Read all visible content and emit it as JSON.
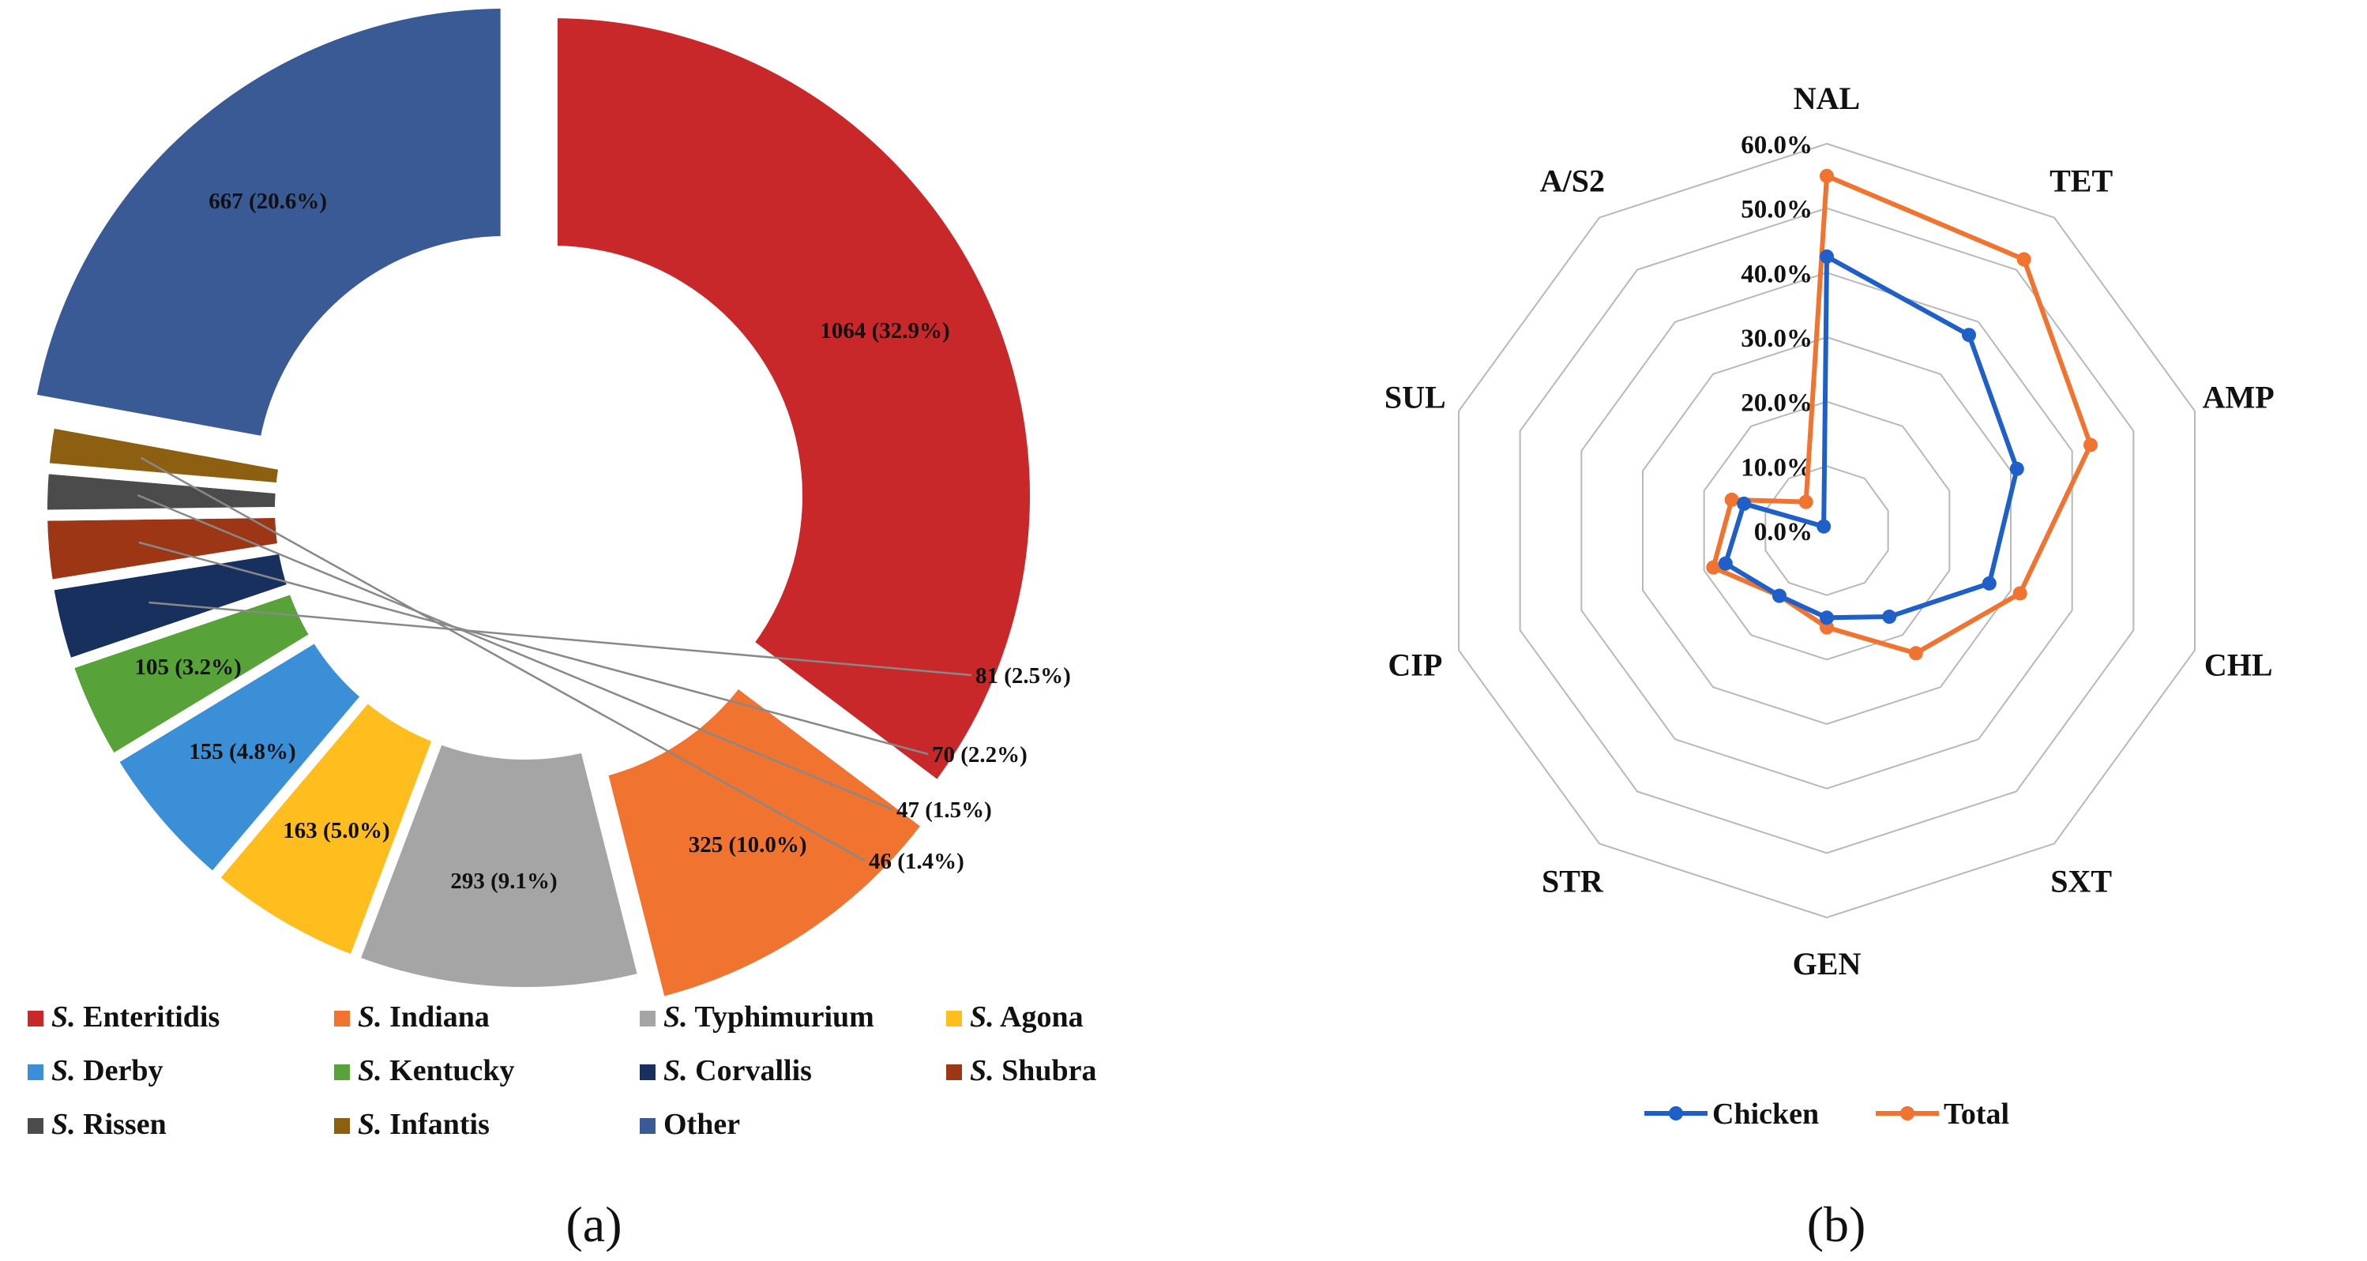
{
  "panels": {
    "a": "(a)",
    "b": "(b)"
  },
  "chart_data": [
    {
      "type": "pie",
      "variant": "donut",
      "slices": [
        {
          "name": "Enteritidis",
          "value": 1064,
          "percent": 32.9,
          "label": "1064 (32.9%)",
          "color": "#C8282A",
          "exploded": true,
          "label_position": "inside"
        },
        {
          "name": "Indiana",
          "value": 325,
          "percent": 10.0,
          "label": "325 (10.0%)",
          "color": "#F07330",
          "exploded": true,
          "label_position": "inside"
        },
        {
          "name": "Typhimurium",
          "value": 293,
          "percent": 9.1,
          "label": "293 (9.1%)",
          "color": "#A5A5A5",
          "exploded": false,
          "label_position": "inside"
        },
        {
          "name": "Agona",
          "value": 163,
          "percent": 5.0,
          "label": "163 (5.0%)",
          "color": "#FFBE1E",
          "exploded": false,
          "label_position": "inside"
        },
        {
          "name": "Derby",
          "value": 155,
          "percent": 4.8,
          "label": "155 (4.8%)",
          "color": "#3A8FD6",
          "exploded": false,
          "label_position": "inside"
        },
        {
          "name": "Kentucky",
          "value": 105,
          "percent": 3.2,
          "label": "105 (3.2%)",
          "color": "#57A33A",
          "exploded": false,
          "label_position": "inside"
        },
        {
          "name": "Corvallis",
          "value": 81,
          "percent": 2.5,
          "label": "81 (2.5%)",
          "color": "#18305E",
          "exploded": false,
          "label_position": "outside"
        },
        {
          "name": "Shubra",
          "value": 70,
          "percent": 2.2,
          "label": "70 (2.2%)",
          "color": "#9C3614",
          "exploded": false,
          "label_position": "outside"
        },
        {
          "name": "Rissen",
          "value": 47,
          "percent": 1.5,
          "label": "47 (1.5%)",
          "color": "#4B4B4B",
          "exploded": false,
          "label_position": "outside"
        },
        {
          "name": "Infantis",
          "value": 46,
          "percent": 1.4,
          "label": "46 (1.4%)",
          "color": "#8C6010",
          "exploded": false,
          "label_position": "outside"
        },
        {
          "name": "Other",
          "value": 667,
          "percent": 20.6,
          "label": "667 (20.6%)",
          "color": "#3A5A96",
          "exploded": true,
          "label_position": "inside"
        }
      ],
      "legend": {
        "placement": "bottom",
        "species_prefix": "S.",
        "items": [
          {
            "prefix": "S.",
            "name": "Enteritidis",
            "color": "#C8282A"
          },
          {
            "prefix": "S.",
            "name": "Indiana",
            "color": "#F07330"
          },
          {
            "prefix": "S.",
            "name": "Typhimurium",
            "color": "#A5A5A5"
          },
          {
            "prefix": "S.",
            "name": "Agona",
            "color": "#FFBE1E"
          },
          {
            "prefix": "S.",
            "name": "Derby",
            "color": "#3A8FD6"
          },
          {
            "prefix": "S.",
            "name": "Kentucky",
            "color": "#57A33A"
          },
          {
            "prefix": "S.",
            "name": "Corvallis",
            "color": "#18305E"
          },
          {
            "prefix": "S.",
            "name": "Shubra",
            "color": "#9C3614"
          },
          {
            "prefix": "S.",
            "name": "Rissen",
            "color": "#4B4B4B"
          },
          {
            "prefix": "S.",
            "name": "Infantis",
            "color": "#8C6010"
          },
          {
            "prefix": "",
            "name": "Other",
            "color": "#3A5A96"
          }
        ]
      }
    },
    {
      "type": "radar",
      "axes": [
        "NAL",
        "TET",
        "AMP",
        "CHL",
        "SXT",
        "GEN",
        "STR",
        "CIP",
        "SUL",
        "A/S2"
      ],
      "range": [
        0,
        60
      ],
      "ticks": [
        "0.0%",
        "10.0%",
        "20.0%",
        "30.0%",
        "40.0%",
        "50.0%",
        "60.0%"
      ],
      "tick_values": [
        0,
        10,
        20,
        30,
        40,
        50,
        60
      ],
      "grid": true,
      "series": [
        {
          "name": "Chicken",
          "color": "#1F5FC8",
          "values": [
            42.5,
            37.5,
            31.0,
            26.5,
            16.5,
            13.5,
            12.5,
            16.5,
            13.5,
            0.8
          ]
        },
        {
          "name": "Total",
          "color": "#F07330",
          "values": [
            55.0,
            52.0,
            43.0,
            31.5,
            23.5,
            15.0,
            12.5,
            18.5,
            15.5,
            5.5
          ]
        }
      ],
      "legend": {
        "placement": "bottom"
      }
    }
  ]
}
